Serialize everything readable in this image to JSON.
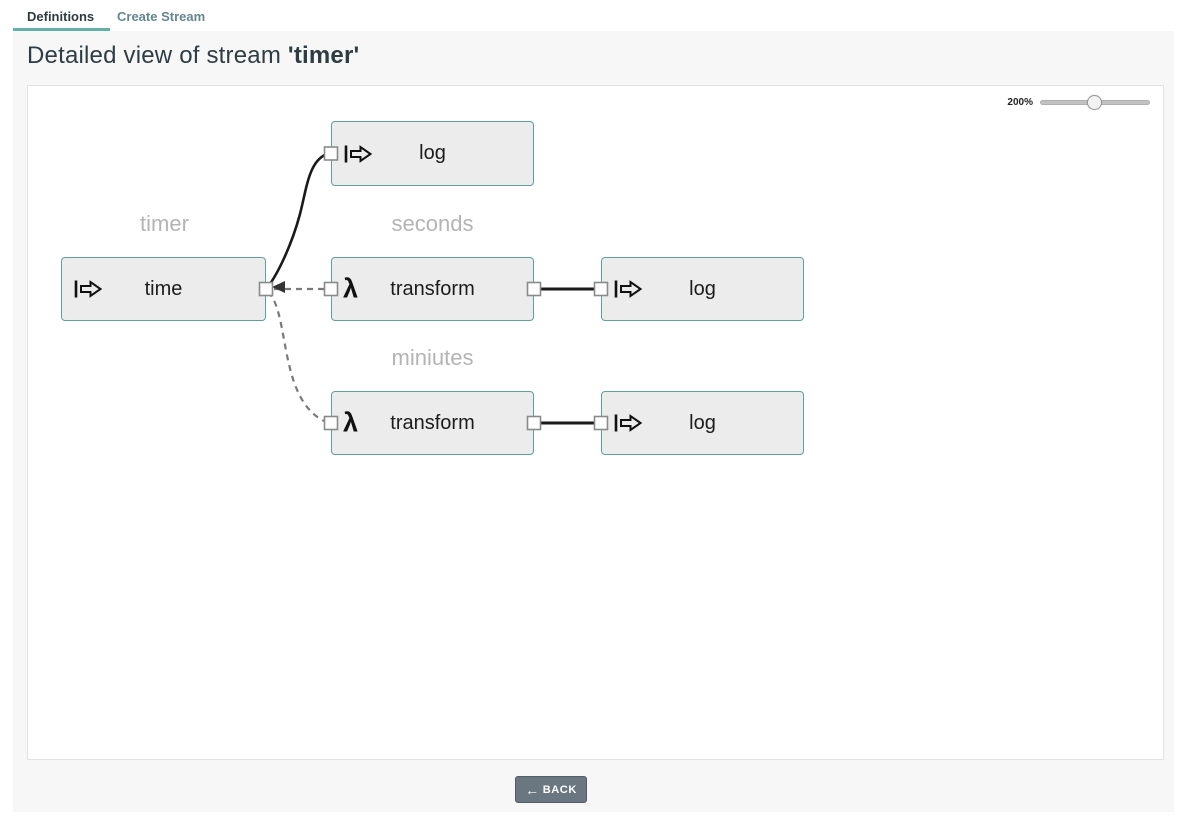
{
  "tabs": [
    {
      "label": "Definitions",
      "active": true
    },
    {
      "label": "Create Stream",
      "active": false
    }
  ],
  "title": {
    "prefix": "Detailed view of stream ",
    "stream_name": "'timer'"
  },
  "zoom_control": {
    "label": "200%",
    "value": 49,
    "min": 0,
    "max": 100
  },
  "diagram": {
    "group_labels": [
      "timer",
      "seconds",
      "miniutes"
    ],
    "nodes": [
      {
        "id": "time",
        "label": "time",
        "icon": "maps-to-arrow",
        "group": "timer"
      },
      {
        "id": "log-top",
        "label": "log",
        "icon": "maps-to-arrow",
        "group": null
      },
      {
        "id": "transform-seconds",
        "label": "transform",
        "icon": "lambda",
        "group": "seconds"
      },
      {
        "id": "log-seconds",
        "label": "log",
        "icon": "maps-to-arrow",
        "group": null
      },
      {
        "id": "transform-minutes",
        "label": "transform",
        "icon": "lambda",
        "group": "miniutes"
      },
      {
        "id": "log-minutes",
        "label": "log",
        "icon": "maps-to-arrow",
        "group": null
      }
    ],
    "connections": [
      {
        "from": "time",
        "to": "log-top",
        "style": "solid"
      },
      {
        "from": "time",
        "to": "transform-seconds",
        "style": "dashed-tap"
      },
      {
        "from": "time",
        "to": "transform-minutes",
        "style": "dashed-tap"
      },
      {
        "from": "transform-seconds",
        "to": "log-seconds",
        "style": "solid"
      },
      {
        "from": "transform-minutes",
        "to": "log-minutes",
        "style": "solid"
      }
    ],
    "icon_glyphs": {
      "lambda": "λ"
    }
  },
  "footer": {
    "back_label": "BACK",
    "back_arrow": "←"
  },
  "colors": {
    "accent_teal": "#5fa09b",
    "tab_underline": "#63b0a9",
    "node_fill": "#ececec",
    "group_label": "#b4b4b4",
    "dashed_link": "#7a7a7a",
    "solid_link": "#1a1a1a",
    "back_button_bg": "#6a7680",
    "page_bg": "#f7f7f7"
  }
}
